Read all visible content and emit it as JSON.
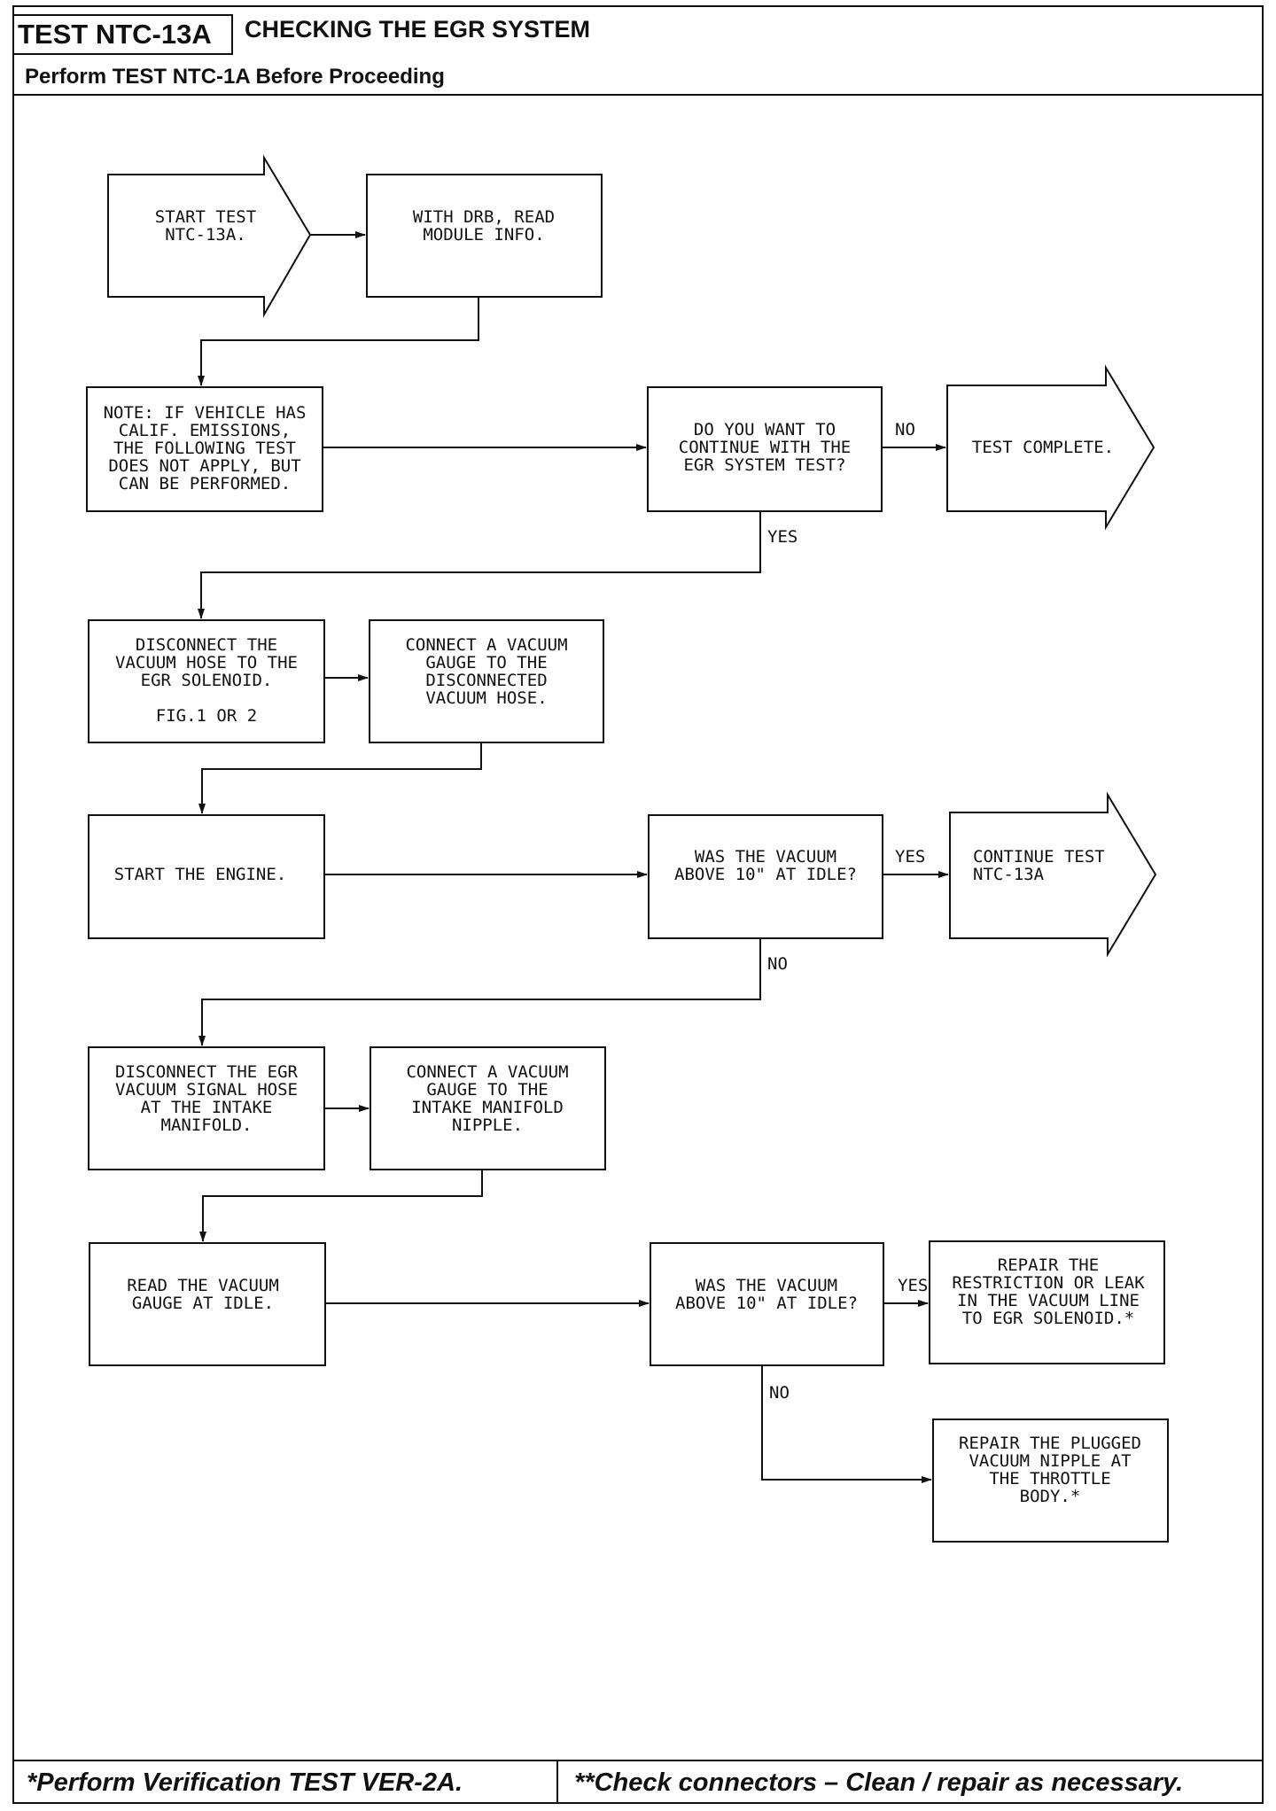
{
  "header": {
    "test_id": "TEST NTC-13A",
    "title": "CHECKING THE EGR SYSTEM",
    "subtitle": "Perform TEST NTC-1A Before Proceeding"
  },
  "footer": {
    "left": "*Perform Verification TEST VER-2A.",
    "right": "**Check connectors – Clean / repair as necessary."
  },
  "nodes": {
    "start": [
      "START TEST",
      "NTC-13A."
    ],
    "read_module": [
      "WITH DRB, READ",
      "MODULE INFO."
    ],
    "note": [
      "NOTE: IF VEHICLE HAS",
      "CALIF. EMISSIONS,",
      "THE FOLLOWING TEST",
      "DOES NOT APPLY, BUT",
      "CAN BE PERFORMED."
    ],
    "continue_q": [
      "DO YOU WANT TO",
      "CONTINUE WITH THE",
      "EGR SYSTEM TEST?"
    ],
    "test_complete": [
      "TEST COMPLETE."
    ],
    "disconnect_hose": [
      "DISCONNECT THE",
      "VACUUM HOSE TO THE",
      "EGR SOLENOID.",
      "",
      "FIG.1 OR 2"
    ],
    "connect_gauge": [
      "CONNECT A VACUUM",
      "GAUGE TO THE",
      "DISCONNECTED",
      "VACUUM HOSE."
    ],
    "start_engine": [
      "START THE ENGINE."
    ],
    "vacuum_q1": [
      "WAS THE VACUUM",
      "ABOVE 10\" AT IDLE?"
    ],
    "continue_test": [
      "CONTINUE TEST",
      "NTC-13A"
    ],
    "disconnect_signal": [
      "DISCONNECT THE EGR",
      "VACUUM SIGNAL HOSE",
      "AT THE INTAKE",
      "MANIFOLD."
    ],
    "connect_intake": [
      "CONNECT A VACUUM",
      "GAUGE TO THE",
      "INTAKE MANIFOLD",
      "NIPPLE."
    ],
    "read_gauge": [
      "READ THE VACUUM",
      "GAUGE AT IDLE."
    ],
    "vacuum_q2": [
      "WAS THE VACUUM",
      "ABOVE 10\" AT IDLE?"
    ],
    "repair_restriction": [
      "REPAIR THE",
      "RESTRICTION OR LEAK",
      "IN THE VACUUM LINE",
      "TO EGR SOLENOID.*"
    ],
    "repair_plugged": [
      "REPAIR THE PLUGGED",
      "VACUUM NIPPLE AT",
      "THE THROTTLE",
      "BODY.*"
    ]
  },
  "edge_labels": {
    "no": "NO",
    "yes": "YES"
  }
}
